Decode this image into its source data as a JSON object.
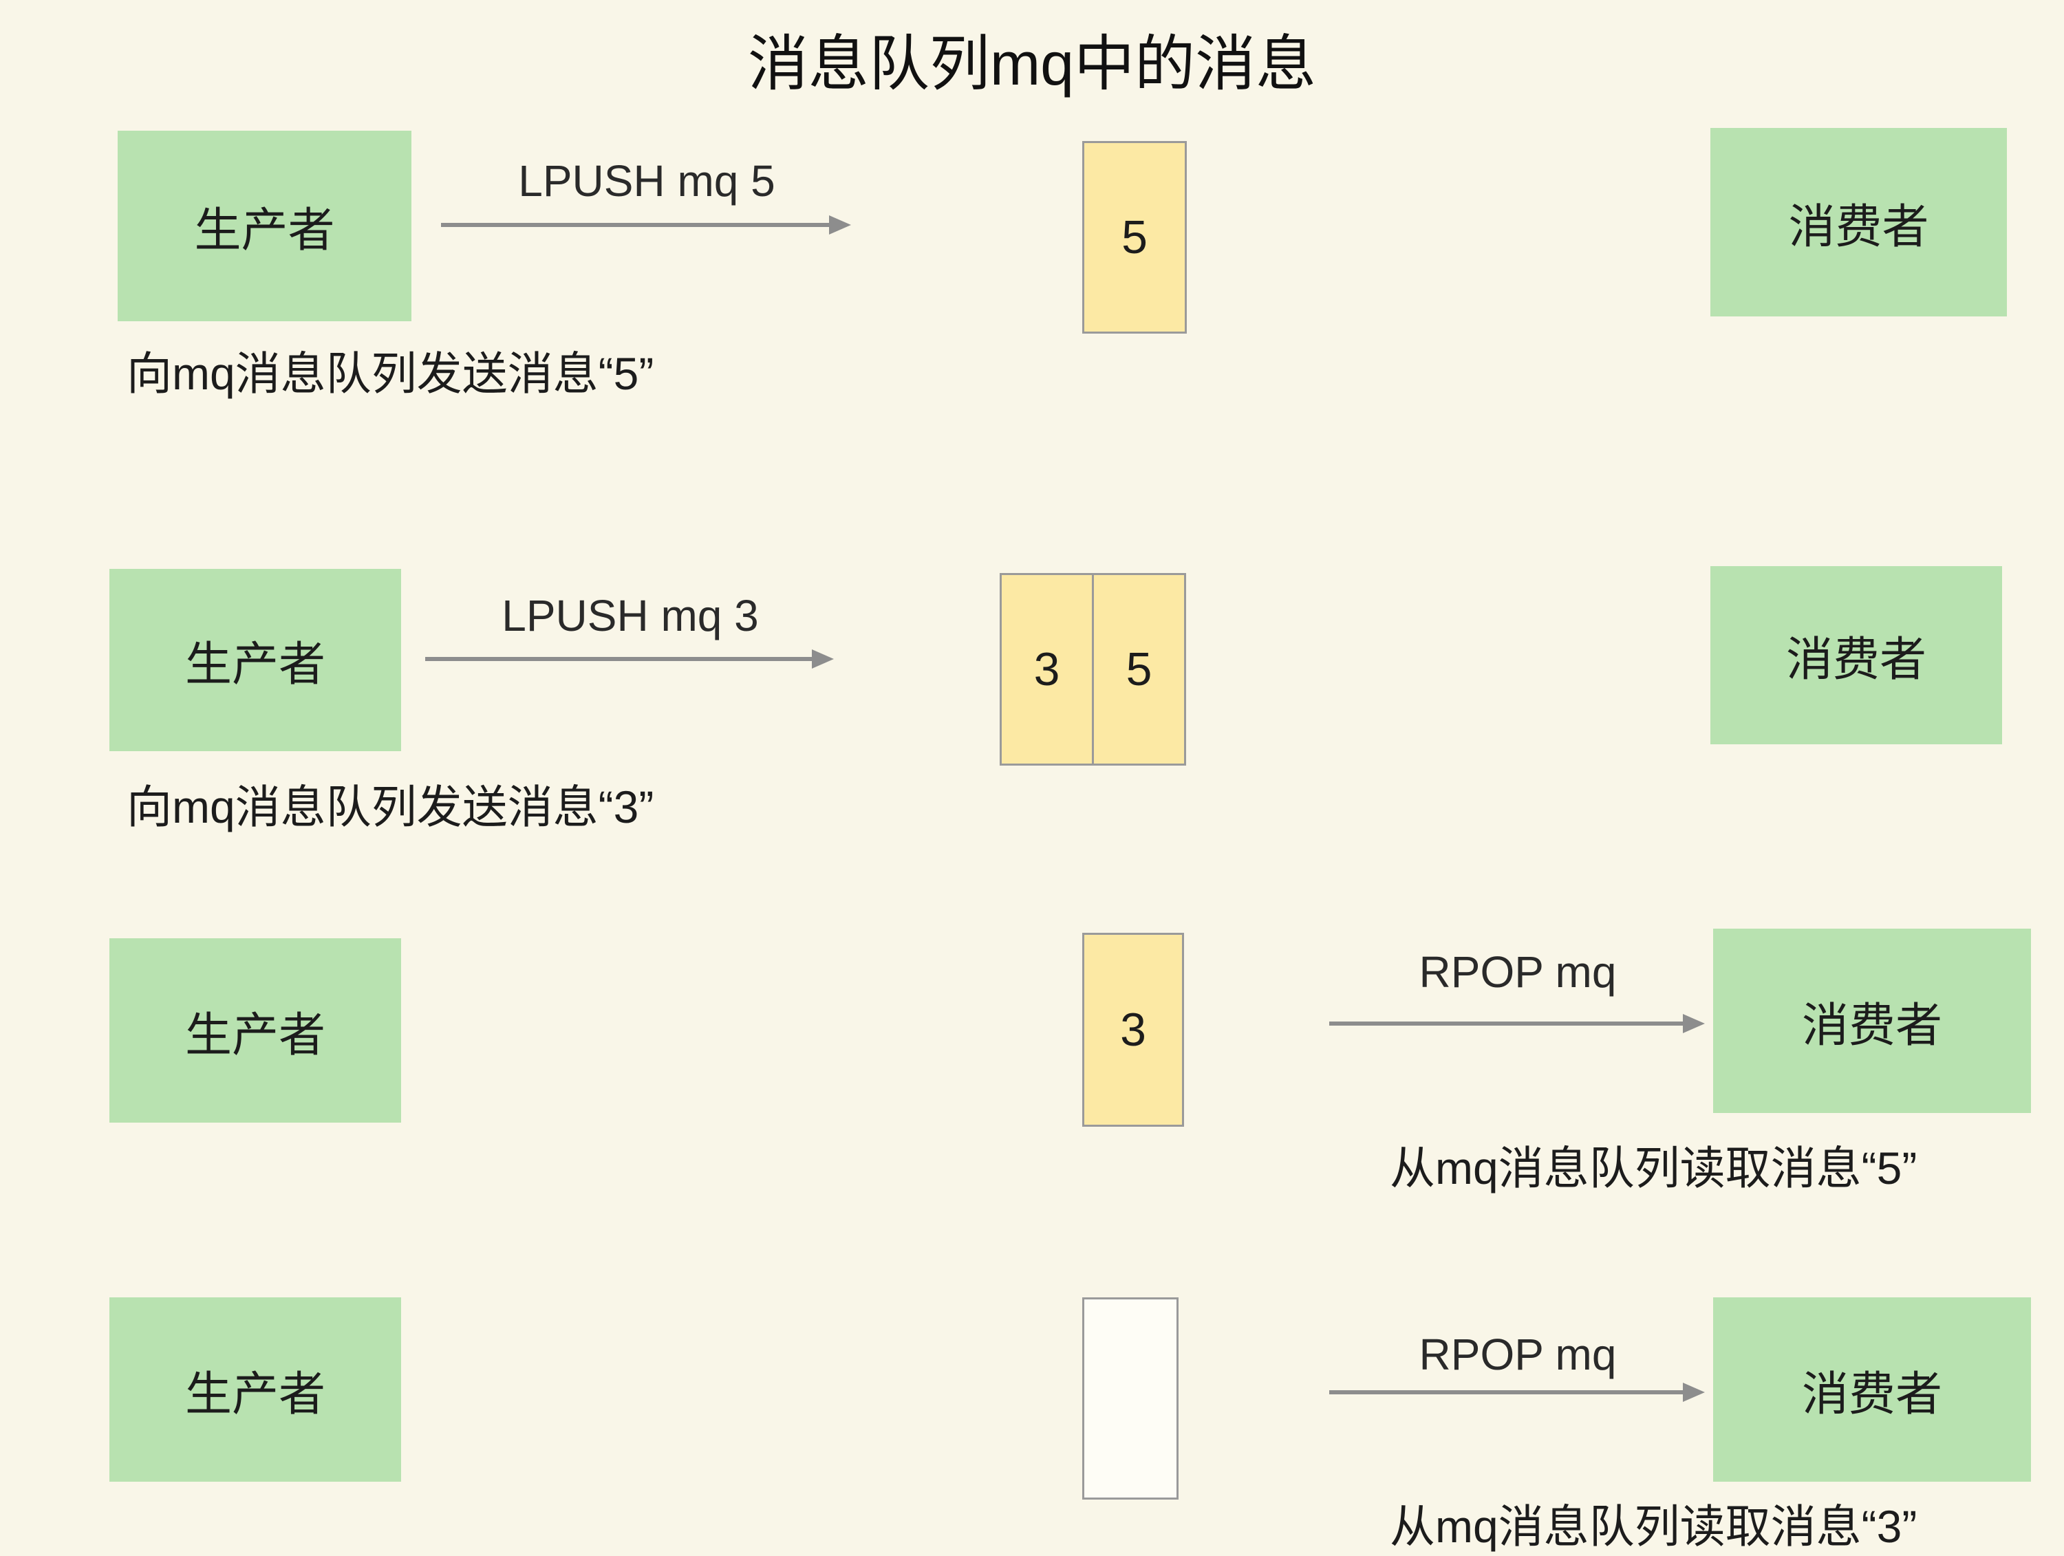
{
  "title": "消息队列mq中的消息",
  "colors": {
    "background": "#f9f6e8",
    "box_green": "#b8e2b0",
    "box_yellow": "#fce9a4",
    "box_empty": "#fefdf6",
    "arrow": "#8d8d8d",
    "text": "#1c1c1c"
  },
  "rows": [
    {
      "producer": "生产者",
      "consumer": "消费者",
      "command": "LPUSH mq 5",
      "caption": "向mq消息队列发送消息“5”",
      "cells": [
        "5"
      ]
    },
    {
      "producer": "生产者",
      "consumer": "消费者",
      "command": "LPUSH mq 3",
      "caption": "向mq消息队列发送消息“3”",
      "cells": [
        "3",
        "5"
      ]
    },
    {
      "producer": "生产者",
      "consumer": "消费者",
      "command": "RPOP mq",
      "caption": "从mq消息队列读取消息“5”",
      "cells": [
        "3"
      ]
    },
    {
      "producer": "生产者",
      "consumer": "消费者",
      "command": "RPOP mq",
      "caption": "从mq消息队列读取消息“3”",
      "cells": [
        ""
      ]
    }
  ]
}
